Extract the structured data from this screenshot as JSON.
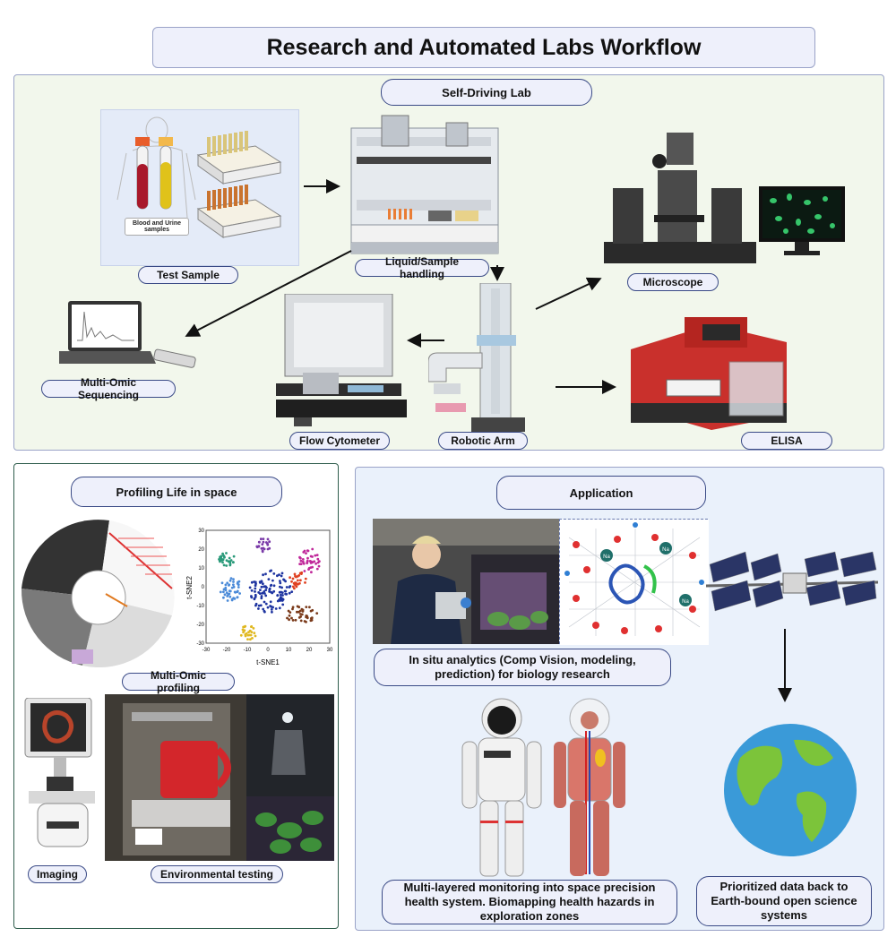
{
  "title": "Research and Automated Labs Workflow",
  "self_driving_lab": {
    "header": "Self-Driving Lab",
    "test_sample": "Test Sample",
    "blood_urine": "Blood and Urine samples",
    "liquid_handling": "Liquid/Sample handling",
    "microscope": "Microscope",
    "multi_omic_sequencing": "Multi-Omic Sequencing",
    "flow_cytometer": "Flow Cytometer",
    "robotic_arm": "Robotic Arm",
    "elisa": "ELISA"
  },
  "profiling": {
    "header": "Profiling Life in space",
    "multi_omic_profiling": "Multi-Omic profiling",
    "imaging": "Imaging",
    "environmental_testing": "Environmental testing",
    "tsne": {
      "xlabel": "t-SNE1",
      "ylabel": "t-SNE2",
      "xticks": [
        "-30",
        "-20",
        "-10",
        "0",
        "10",
        "20",
        "30"
      ],
      "yticks": [
        "-30",
        "-20",
        "-10",
        "0",
        "10",
        "20",
        "30"
      ]
    }
  },
  "application": {
    "header": "Application",
    "in_situ": "In situ analytics (Comp Vision, modeling, prediction) for biology research",
    "monitoring": "Multi-layered monitoring into space precision health system. Biomapping health hazards in exploration zones",
    "prioritized": "Prioritized data back to Earth-bound open science systems",
    "molecule_label": "Na"
  },
  "colors": {
    "top_panel_bg": "#f2f7ec",
    "pill_bg": "#eef0fb",
    "pill_border": "#3a4a86",
    "left_panel_border": "#2f5d4c",
    "right_panel_bg": "#eaf1fb"
  }
}
